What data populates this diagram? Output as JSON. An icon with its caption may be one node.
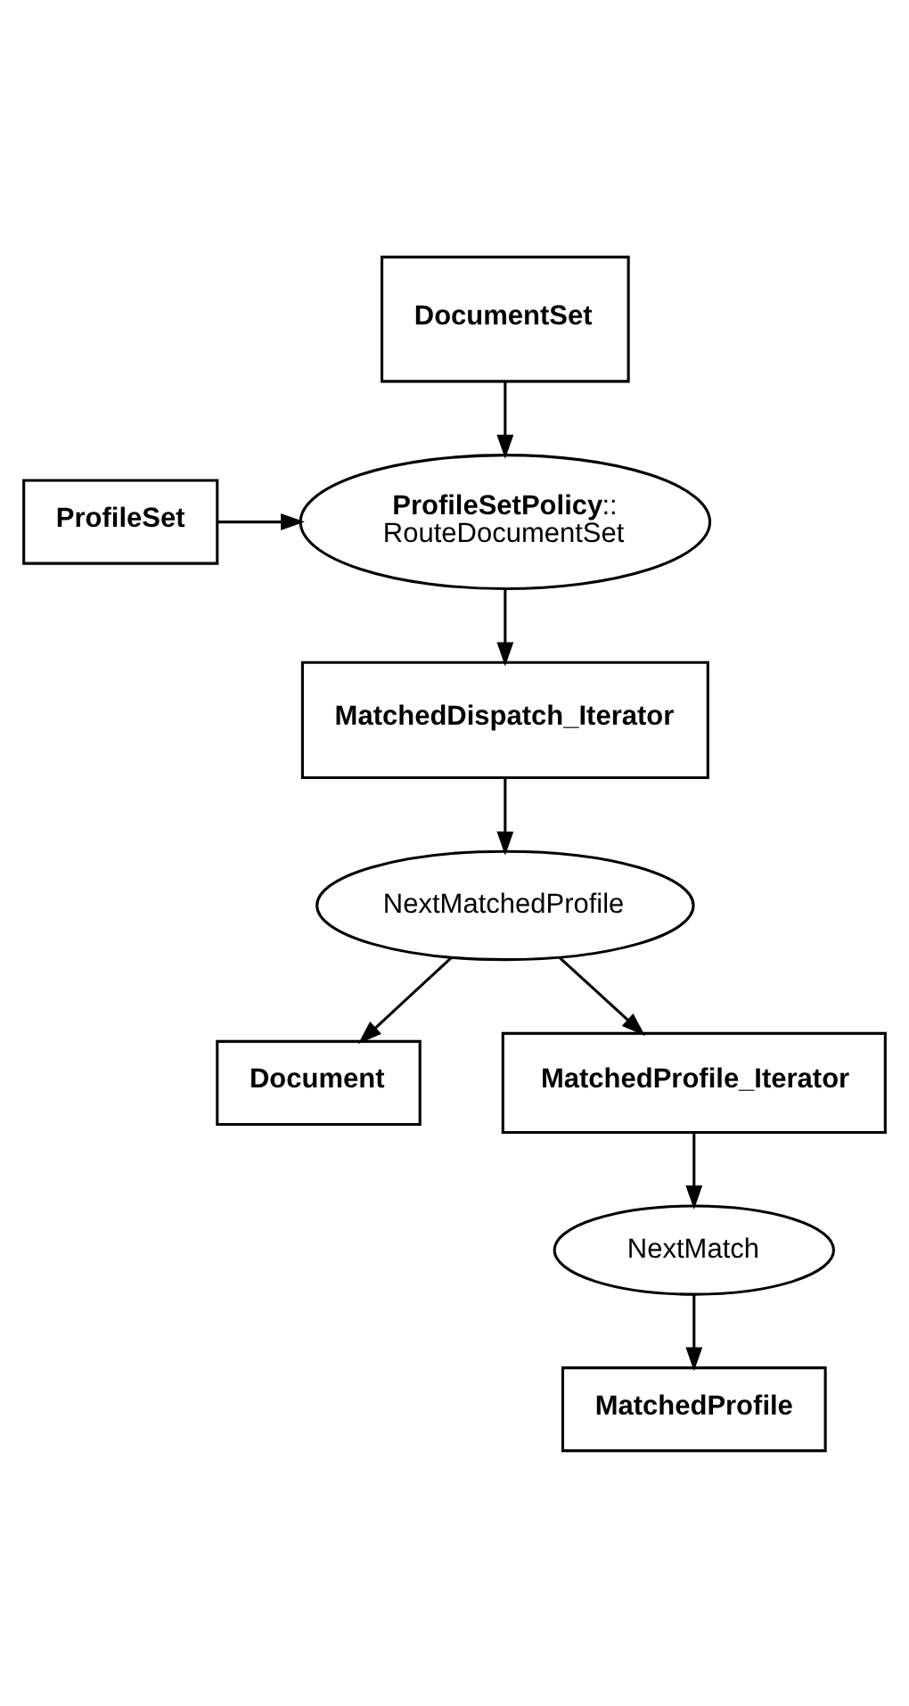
{
  "diagram": {
    "nodes": [
      {
        "text": [
          "DocumentSet"
        ]
      },
      {
        "text": [
          "ProfileSet"
        ]
      },
      {
        "text": [
          "**ProfileSetPolicy**::",
          "RouteDocumentSet"
        ]
      },
      {
        "text": [
          "MatchedDispatch_Iterator"
        ]
      },
      {
        "text": [
          "NextMatchedProfile"
        ]
      },
      {
        "text": [
          "Document"
        ]
      },
      {
        "text": [
          "MatchedProfile_Iterator"
        ]
      },
      {
        "text": [
          "NextMatch"
        ]
      },
      {
        "text": [
          "MatchedProfile"
        ]
      }
    ],
    "edges": [
      {
        "from": 0,
        "to": 2,
        "arrow": "to"
      },
      {
        "from": 1,
        "to": 2,
        "arrow": "to"
      },
      {
        "from": 2,
        "to": 3,
        "arrow": "to"
      },
      {
        "from": 3,
        "to": 4,
        "arrow": "to"
      },
      {
        "from": 4,
        "to": 5,
        "arrow": "to"
      },
      {
        "from": 4,
        "to": 6,
        "arrow": "to"
      },
      {
        "from": 6,
        "to": 7,
        "arrow": "to"
      },
      {
        "from": 7,
        "to": 8,
        "arrow": "to"
      }
    ]
  }
}
